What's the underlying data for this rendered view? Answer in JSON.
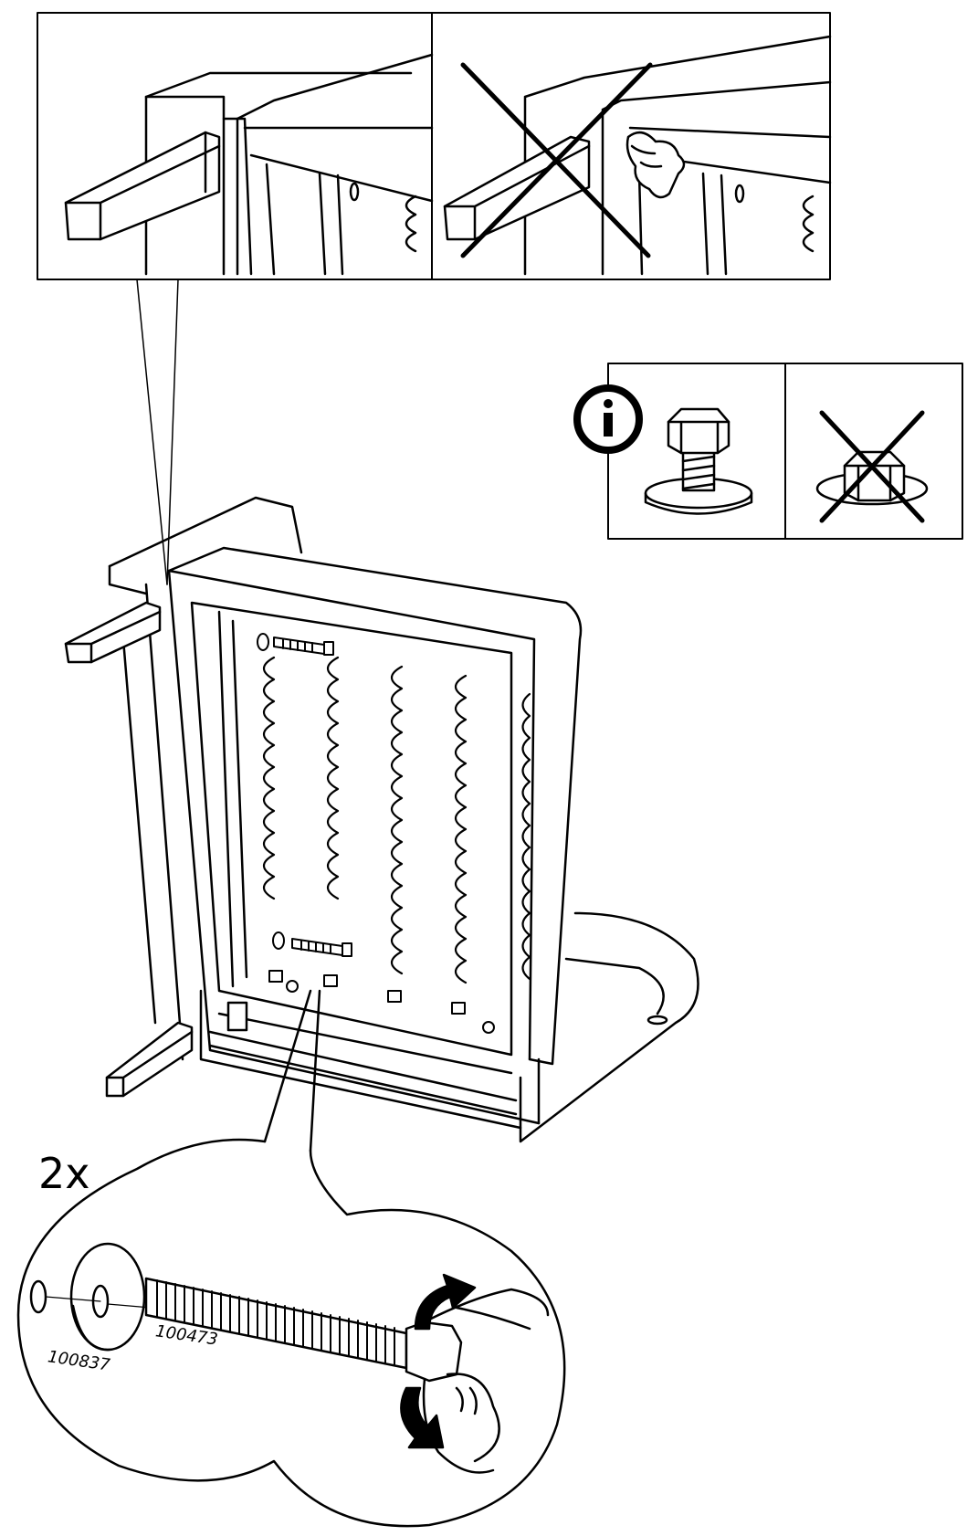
{
  "step": {
    "quantity_label": "2x",
    "parts": [
      {
        "id": "washer",
        "number": "100837"
      },
      {
        "id": "bolt",
        "number": "100473"
      }
    ]
  },
  "info_panel": {
    "info_icon": "info-icon",
    "correct_item": "bolt-with-washer",
    "incorrect_item": "bolt-upside-down-crossed"
  },
  "detail_panels": {
    "correct": "leg-flush-with-frame",
    "incorrect": "leg-misaligned-crossed"
  },
  "colors": {
    "line": "#000000",
    "background": "#ffffff"
  }
}
